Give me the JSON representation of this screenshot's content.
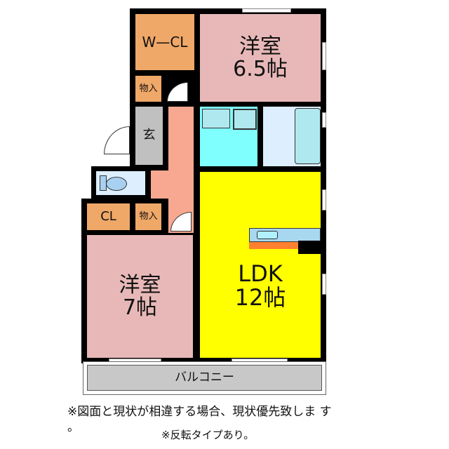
{
  "rooms": {
    "wcl": "W—CL",
    "western_room_1": {
      "name": "洋室",
      "size": "6.5帖"
    },
    "storage_top": "物入",
    "entrance": "玄",
    "cl": "CL",
    "storage_bottom": "物入",
    "western_room_2": {
      "name": "洋室",
      "size": "7帖"
    },
    "ldk": {
      "name": "LDK",
      "size": "12帖"
    },
    "balcony": "バルコニー"
  },
  "notes": {
    "disclaimer": "※図面と現状が相違する場合、現状優先致しま す",
    "disclaimer_end": "。",
    "reversed": "※反転タイプあり。"
  },
  "colors": {
    "closet": "#F0A868",
    "western_room": "#E8B8B8",
    "ldk": "#FFFF00",
    "hall": "#F8A890",
    "washroom": "#80FFFF",
    "bath": "#DDEEFF",
    "entrance": "#C0C0C0",
    "balcony": "#C8C8C8"
  }
}
